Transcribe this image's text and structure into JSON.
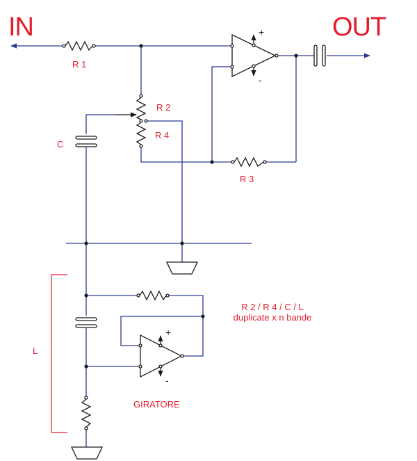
{
  "labels": {
    "in": "IN",
    "out": "OUT",
    "r1": "R 1",
    "r2": "R 2",
    "r3": "R 3",
    "r4": "R 4",
    "c": "C",
    "l": "L",
    "note_line1": "R 2 / R 4 / C / L",
    "note_line2": "duplicate x n bande",
    "giratore": "GIRATORE",
    "op1_plus": "+",
    "op1_minus": "-",
    "op2_plus": "+",
    "op2_minus": "-"
  },
  "colors": {
    "wire": "#2a3a96",
    "component": "#1a1a1a",
    "text": "#e41d2d",
    "bracket": "#e41d2d"
  }
}
